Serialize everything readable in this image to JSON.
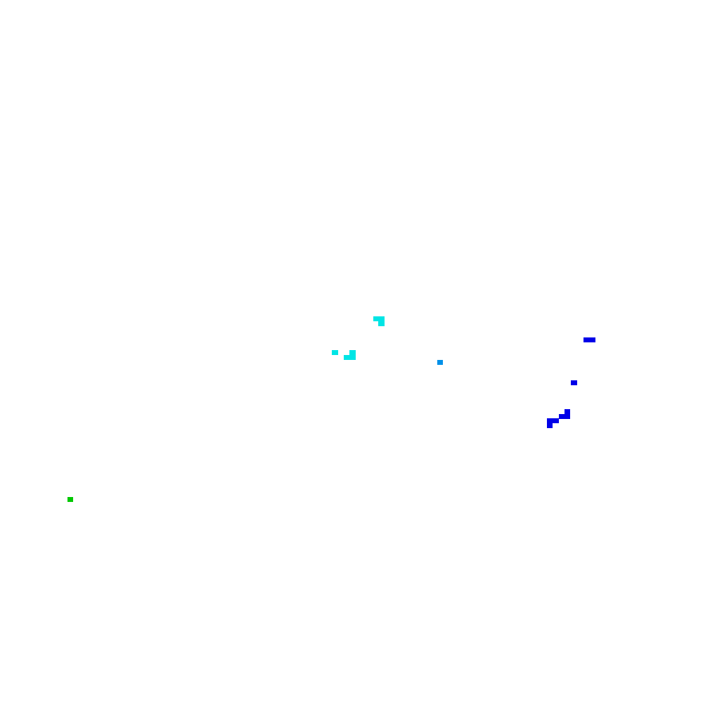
{
  "background_color": "#ffffff",
  "colors": {
    "cyan": "#00e5e5",
    "light_blue": "#0090e8",
    "blue": "#0000e8",
    "green": "#00c800"
  },
  "clusters": [
    {
      "name": "cyan-cluster-top",
      "color": "cyan"
    },
    {
      "name": "cyan-cluster-left",
      "color": "cyan"
    },
    {
      "name": "cyan-cluster-center",
      "color": "cyan"
    },
    {
      "name": "light-blue-cluster",
      "color": "light_blue"
    },
    {
      "name": "blue-cluster-top-right",
      "color": "blue"
    },
    {
      "name": "blue-cluster-right",
      "color": "blue"
    },
    {
      "name": "blue-cluster-bottom-right",
      "color": "blue"
    },
    {
      "name": "green-cluster-left",
      "color": "green"
    }
  ]
}
